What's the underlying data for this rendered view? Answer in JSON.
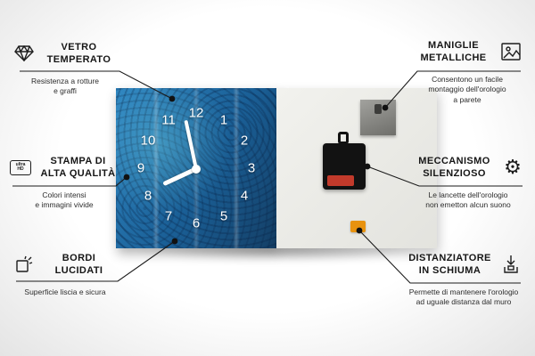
{
  "accent_colors": {
    "foam": "#e8920e",
    "battery": "#c23a2b",
    "clock_blue": "#1a5f96"
  },
  "product": {
    "clock_numbers": [
      "12",
      "1",
      "2",
      "3",
      "4",
      "5",
      "6",
      "7",
      "8",
      "9",
      "10",
      "11"
    ]
  },
  "callouts": {
    "left": [
      {
        "icon": "diamond-icon",
        "title": "VETRO\nTEMPERATO",
        "subtitle": "Resistenza a rotture\ne graffi"
      },
      {
        "icon": "ultra-hd-badge-icon",
        "icon_text": "ultra\nHD",
        "title": "STAMPA DI\nALTA QUALITÀ",
        "subtitle": "Colori intensi\ne immagini vivide"
      },
      {
        "icon": "polished-edge-icon",
        "title": "BORDI\nLUCIDATI",
        "subtitle": "Superficie liscia e sicura"
      }
    ],
    "right": [
      {
        "icon": "picture-frame-icon",
        "title": "MANIGLIE\nMETALLICHE",
        "subtitle": "Consentono un facile\nmontaggio dell'orologio\na parete"
      },
      {
        "icon": "gear-icon",
        "icon_glyph": "⚙",
        "title": "MECCANISMO\nSILENZIOSO",
        "subtitle": "Le lancette dell'orologio\nnon emetton alcun suono"
      },
      {
        "icon": "foam-spacer-icon",
        "title": "DISTANZIATORE\nIN SCHIUMA",
        "subtitle": "Permette di mantenere l'orologio\nad uguale distanza dal muro"
      }
    ]
  }
}
